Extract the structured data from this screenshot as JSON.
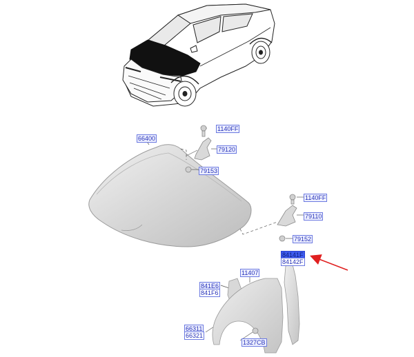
{
  "diagram": {
    "vehicle_icon": "suv-front-three-quarter-with-highlighted-hood",
    "accent_color": "#2430b8",
    "highlight_color": "#3d5bf0",
    "arrow_color": "#e02020",
    "parts": {
      "hood": "66400",
      "bolt_upper_left": "1140FF",
      "hinge_left": "79120",
      "bumper_left": "79153",
      "bolt_upper_right": "1140FF",
      "hinge_right": "79110",
      "bumper_right": "79152",
      "liner_a": "84141F",
      "liner_b": "84142F",
      "bolt_fender": "11407",
      "bracket_a": "841E6",
      "bracket_b": "841F6",
      "fender_a": "66311",
      "fender_b": "66321",
      "clip": "1327CB"
    }
  }
}
